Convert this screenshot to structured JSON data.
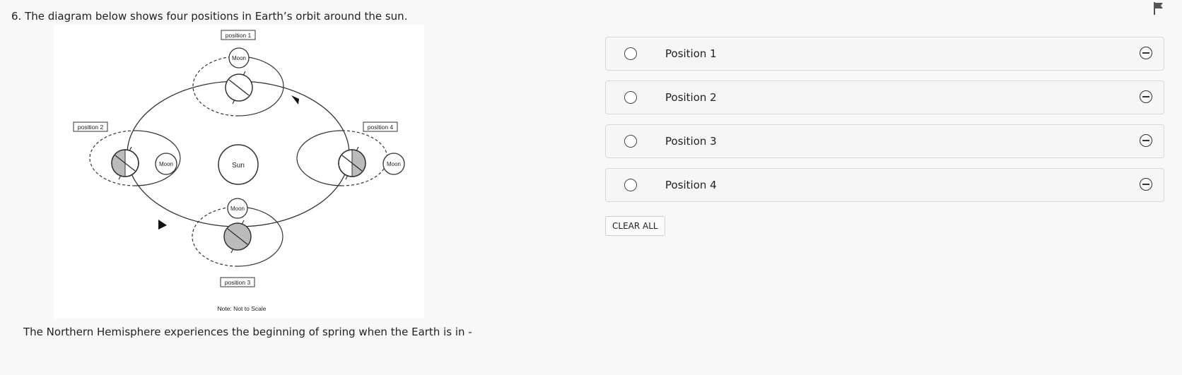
{
  "question": {
    "number_text": "6. The diagram below shows four positions in Earth’s orbit around the sun.",
    "prompt": "The Northern Hemisphere experiences the beginning of spring when the Earth is in -"
  },
  "diagram": {
    "labels": {
      "position1": "position 1",
      "position2": "position 2",
      "position3": "position 3",
      "position4": "position 4",
      "sun": "Sun",
      "moon": "Moon",
      "note": "Note:  Not to Scale"
    }
  },
  "options": [
    {
      "label": "Position 1"
    },
    {
      "label": "Position 2"
    },
    {
      "label": "Position 3"
    },
    {
      "label": "Position 4"
    }
  ],
  "actions": {
    "clear_all": "CLEAR ALL"
  },
  "icons": {
    "flag": "flag-icon",
    "radio": "radio-icon",
    "eliminate": "eliminate-icon"
  }
}
